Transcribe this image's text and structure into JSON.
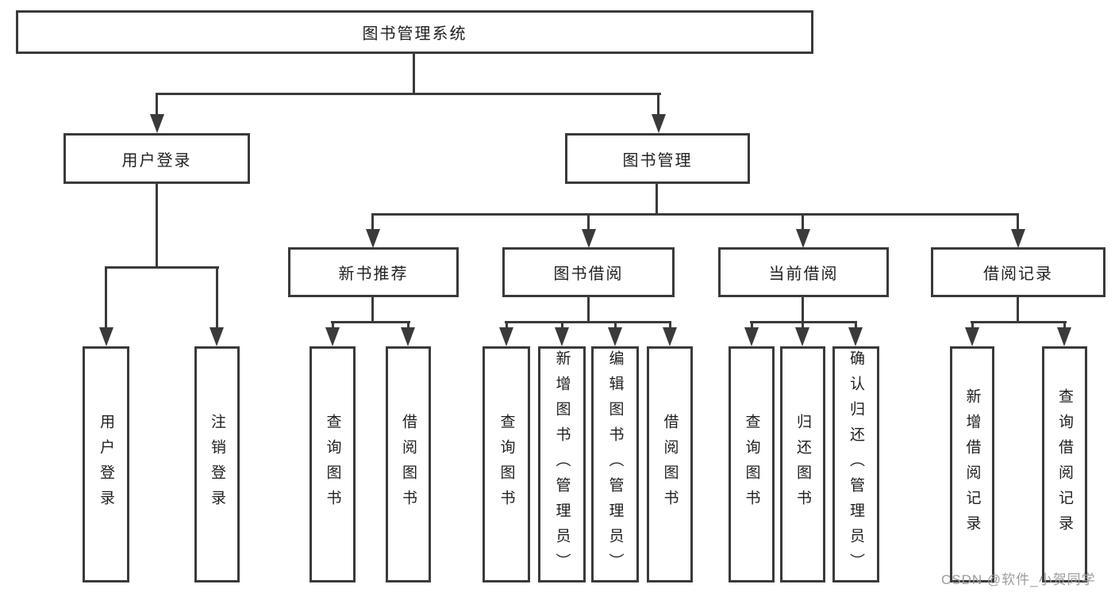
{
  "diagram_title": "图书管理系统",
  "nodes": {
    "root": "图书管理系统",
    "user_login": "用户登录",
    "book_mgmt": "图书管理",
    "new_book_rec": "新书推荐",
    "book_borrow": "图书借阅",
    "current_borrow": "当前借阅",
    "borrow_record": "借阅记录",
    "leaf_user_login": "用户登录",
    "leaf_logout": "注销登录",
    "leaf_rec_query": "查询图书",
    "leaf_rec_borrow": "借阅图书",
    "leaf_bb_query": "查询图书",
    "leaf_bb_add": "新增图书（管理员）",
    "leaf_bb_edit": "编辑图书（管理员）",
    "leaf_bb_borrow": "借阅图书",
    "leaf_cur_query": "查询图书",
    "leaf_cur_return": "归还图书",
    "leaf_cur_confirm": "确认归还（管理员）",
    "leaf_record_add": "新增借阅记录",
    "leaf_record_query": "查询借阅记录"
  },
  "edges": [
    [
      "图书管理系统",
      "用户登录"
    ],
    [
      "图书管理系统",
      "图书管理"
    ],
    [
      "用户登录",
      "用户登录"
    ],
    [
      "用户登录",
      "注销登录"
    ],
    [
      "图书管理",
      "新书推荐"
    ],
    [
      "图书管理",
      "图书借阅"
    ],
    [
      "图书管理",
      "当前借阅"
    ],
    [
      "图书管理",
      "借阅记录"
    ],
    [
      "新书推荐",
      "查询图书"
    ],
    [
      "新书推荐",
      "借阅图书"
    ],
    [
      "图书借阅",
      "查询图书"
    ],
    [
      "图书借阅",
      "新增图书（管理员）"
    ],
    [
      "图书借阅",
      "编辑图书（管理员）"
    ],
    [
      "图书借阅",
      "借阅图书"
    ],
    [
      "当前借阅",
      "查询图书"
    ],
    [
      "当前借阅",
      "归还图书"
    ],
    [
      "当前借阅",
      "确认归还（管理员）"
    ],
    [
      "借阅记录",
      "新增借阅记录"
    ],
    [
      "借阅记录",
      "查询借阅记录"
    ]
  ],
  "watermark": "CSDN @软件_小贺同学",
  "colors": {
    "line": "#3a3a3a",
    "text": "#1f1f1f",
    "watermark": "#9c9c9c",
    "background": "#ffffff"
  }
}
